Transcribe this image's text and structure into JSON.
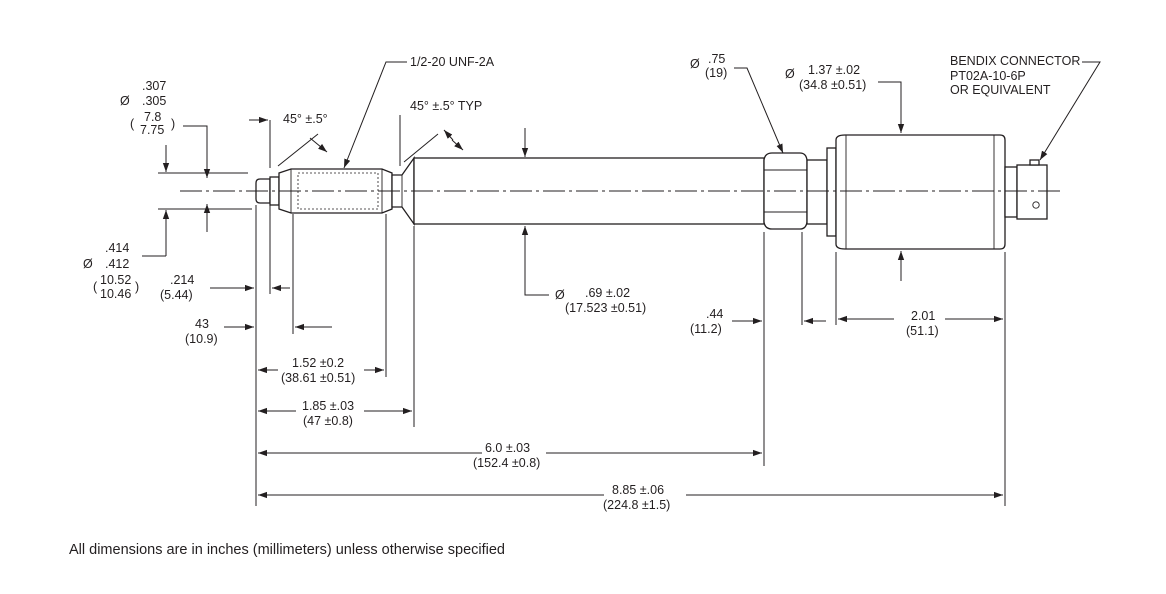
{
  "colors": {
    "ink": "#231f20",
    "background": "#ffffff"
  },
  "labels": {
    "thread_callout": "1/2-20 UNF-2A",
    "chamfer_left": "45° ±.5°",
    "chamfer_typ": "45° ±.5° TYP",
    "hex": {
      "in": ".75",
      "mm": "(19)"
    },
    "housing": {
      "in": "1.37 ±.02",
      "mm": "(34.8 ±0.51)"
    },
    "connector": [
      "BENDIX CONNECTOR",
      "PT02A-10-6P",
      "OR EQUIVALENT"
    ],
    "tip_dia": {
      "max": ".307",
      "min": ".305",
      "mm_max": "7.8",
      "mm_min": "7.75"
    },
    "thread_dia": {
      "max": ".414",
      "min": ".412",
      "mm_max": "10.52",
      "mm_min": "10.46"
    },
    "tip_len": {
      "in": ".214",
      "mm": "(5.44)"
    },
    "tip_len2": {
      "in": "43",
      "mm": "(10.9)"
    },
    "shaft_dia": {
      "in": ".69 ±.02",
      "mm": "(17.523 ±0.51)"
    },
    "hex_len": {
      "in": ".44",
      "mm": "(11.2)"
    },
    "housing_len": {
      "in": "2.01",
      "mm": "(51.1)"
    },
    "thread_len": {
      "in": "1.52 ±0.2",
      "mm": "(38.61 ±0.51)"
    },
    "shoulder_len": {
      "in": "1.85 ±.03",
      "mm": "(47 ±0.8)"
    },
    "probe_len": {
      "in": "6.0 ±.03",
      "mm": "(152.4 ±0.8)"
    },
    "overall_len": {
      "in": "8.85 ±.06",
      "mm": "(224.8 ±1.5)"
    },
    "dia_symbol": "Ø",
    "paren_open": "(",
    "paren_close": ")"
  },
  "footnote": "All dimensions are in inches (millimeters) unless otherwise specified"
}
